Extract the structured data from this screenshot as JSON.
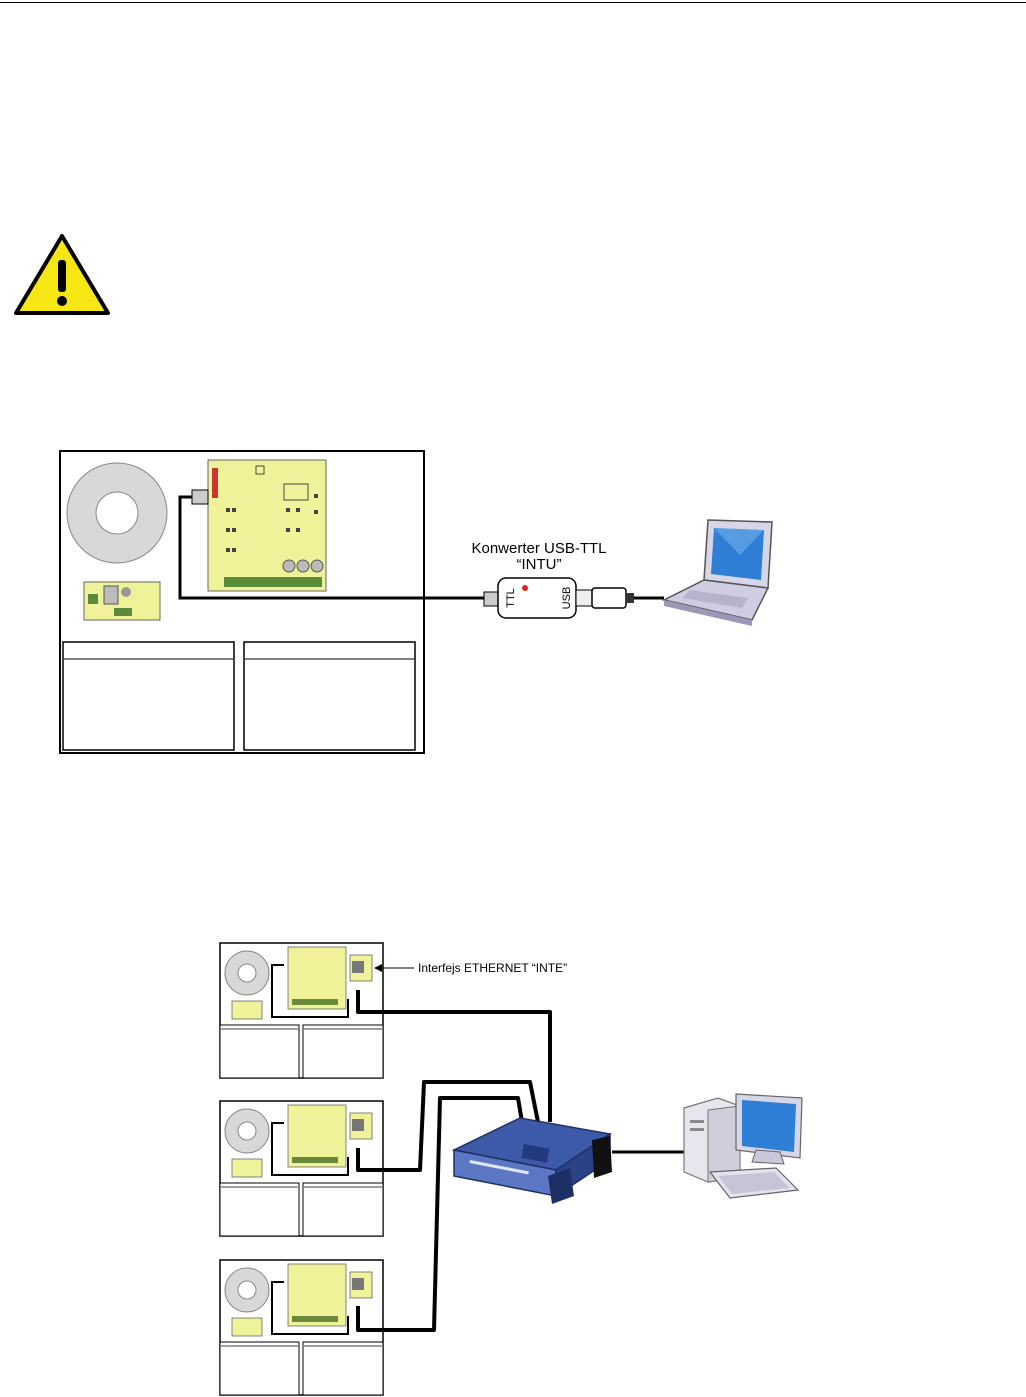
{
  "usb_diagram": {
    "converter_label_line1": "Konwerter USB-TTL",
    "converter_label_line2": "“INTU”",
    "ttl_port_label": "TTL",
    "usb_port_label": "USB"
  },
  "ethernet_diagram": {
    "interface_label": "Interfejs ETHERNET “INTE”"
  },
  "colors": {
    "pcb_fill": "#f0f29a",
    "router_blue": "#5c78c4",
    "laptop_screen": "#2f7fd6",
    "warning_yellow": "#f5e614"
  }
}
